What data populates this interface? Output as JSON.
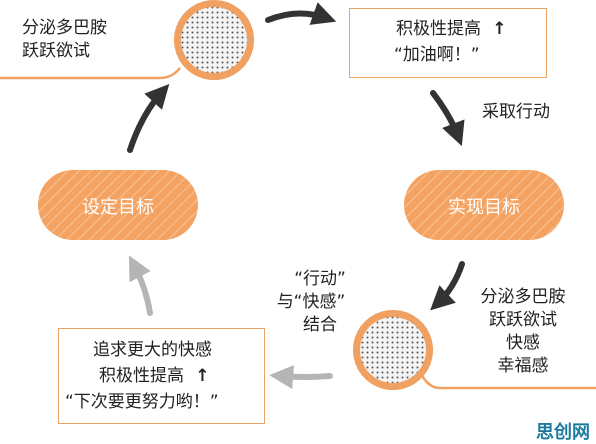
{
  "top_left": {
    "line1": "分泌多巴胺",
    "line2": "跃跃欲试"
  },
  "top_box": {
    "line1": "积极性提高",
    "arrow_glyph": "↑",
    "line2": "“加油啊！”"
  },
  "right_action": "采取行动",
  "pill_left": "设定目标",
  "pill_right": "实现目标",
  "middle_text": {
    "line1": "“行动”",
    "line2": "与“快感”",
    "line3": "结合"
  },
  "bottom_right": {
    "line1": "分泌多巴胺",
    "line2": "跃跃欲试",
    "line3": "快感",
    "line4": "幸福感"
  },
  "bottom_box": {
    "line1": "追求更大的快感",
    "line2": "积极性提高",
    "arrow_glyph": "↑",
    "line3": "“下次要更努力哟！”"
  },
  "watermark": "思创网",
  "colors": {
    "accent": "#f0a060",
    "arrow_dark": "#333333",
    "arrow_light": "#b5b5b5",
    "box_border": "#e9a466"
  }
}
